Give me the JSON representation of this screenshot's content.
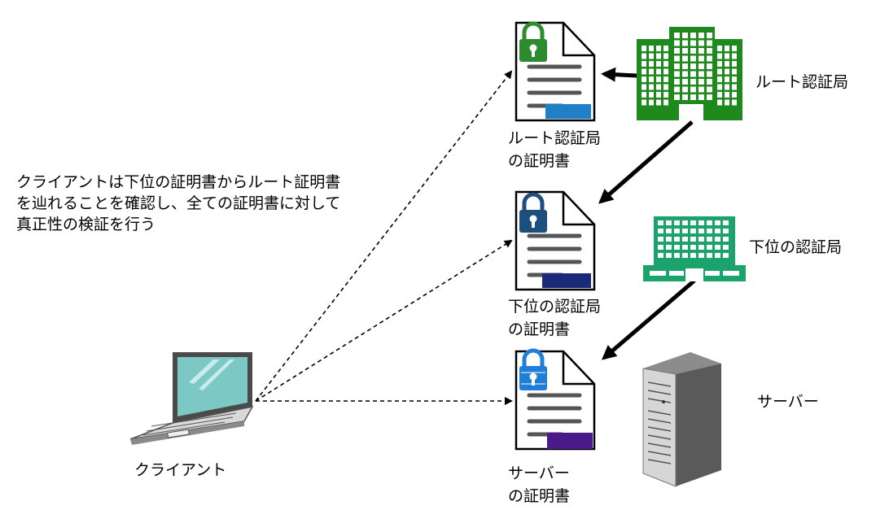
{
  "description_lines": [
    "クライアントは下位の証明書からルート証明書",
    "を辿れることを確認し、全ての証明書に対して",
    "真正性の検証を行う"
  ],
  "client": {
    "label": "クライアント",
    "icon": "laptop-icon"
  },
  "root_ca": {
    "label": "ルート認証局",
    "icon": "office-building-icon",
    "color": "#1e8a1e",
    "cert_label_line1": "ルート認証局",
    "cert_label_line2": "の証明書",
    "lock_color": "#2e8b2e",
    "stamp_color": "#1f80c8"
  },
  "intermediate_ca": {
    "label": "下位の認証局",
    "icon": "office-building-icon",
    "color": "#1aa36a",
    "cert_label_line1": "下位の認証局",
    "cert_label_line2": "の証明書",
    "lock_color": "#1d4f7e",
    "stamp_color": "#1b2a78"
  },
  "server": {
    "label": "サーバー",
    "icon": "server-tower-icon",
    "cert_label_line1": "サーバー",
    "cert_label_line2": "の証明書",
    "lock_color": "#1f7fd6",
    "stamp_color": "#4a1a8a"
  }
}
